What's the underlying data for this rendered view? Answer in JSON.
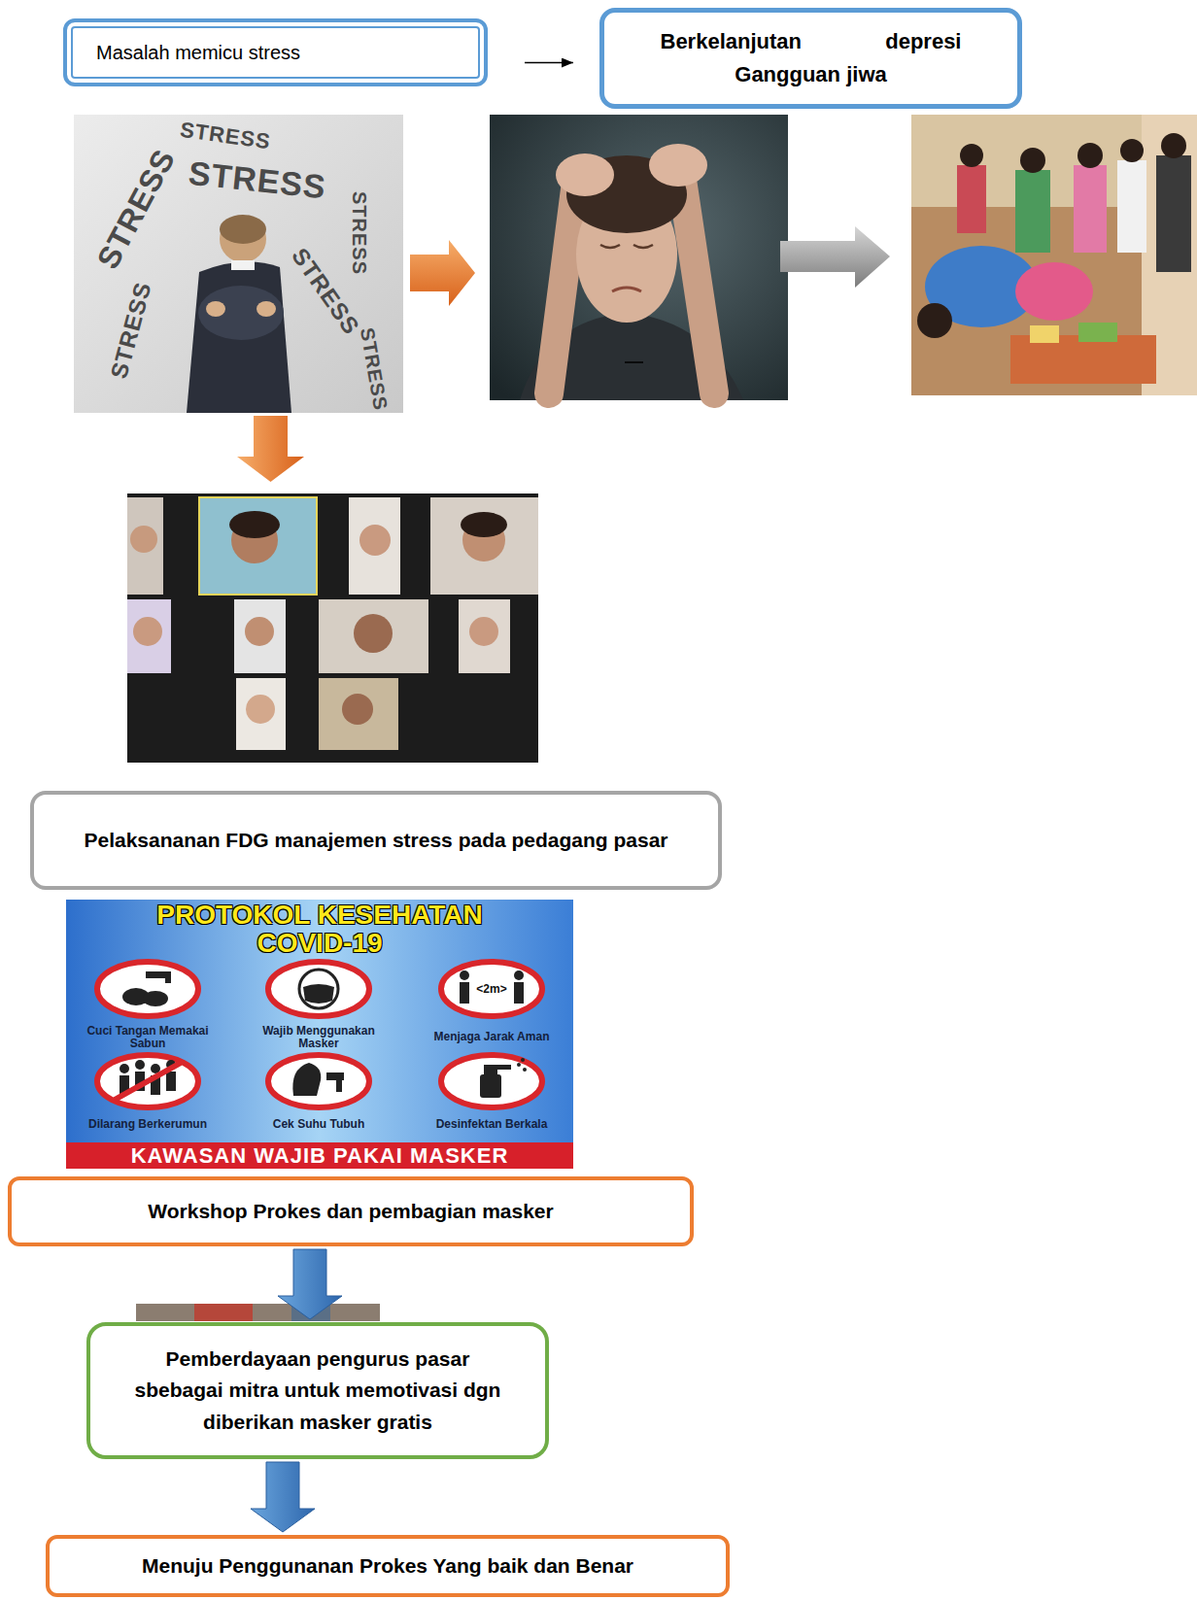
{
  "diagram": {
    "nodes": [
      {
        "text": [
          "Masalah memicu stress"
        ]
      },
      {
        "text": [
          "Berkelanjutan depresi Gangguan jiwa"
        ]
      },
      {
        "text": [
          "Pelaksananan FDG manajemen stress pada pedagang pasar"
        ]
      },
      {
        "text": [
          "Workshop Prokes dan pembagian masker"
        ]
      },
      {
        "text": [
          "Pemberdayaan pengurus pasar sbebagai mitra untuk memotivasi dgn diberikan masker gratis"
        ]
      },
      {
        "text": [
          "Menuju Penggunanan Prokes Yang baik dan Benar"
        ]
      }
    ],
    "edges": [
      {
        "from": 0,
        "to": 1,
        "arrow": "to"
      },
      {
        "from": 3,
        "to": 4,
        "arrow": "to"
      },
      {
        "from": 4,
        "to": 5,
        "arrow": "to"
      }
    ],
    "labels": [
      "STRESS",
      "STRESS",
      "STRESS",
      "STRESS",
      "STRESS",
      "STRESS",
      "STRESS",
      "PROTOKOL KESEHATAN COVID-19",
      "Cuci Tangan Memakai Sabun",
      "Wajib Menggunakan Masker",
      "<2m>",
      "Menjaga Jarak Aman",
      "Dilarang Berkerumun",
      "Cek Suhu Tubuh",
      "Desinfektan Berkala",
      "KAWASAN WAJIB PAKAI MASKER"
    ]
  }
}
